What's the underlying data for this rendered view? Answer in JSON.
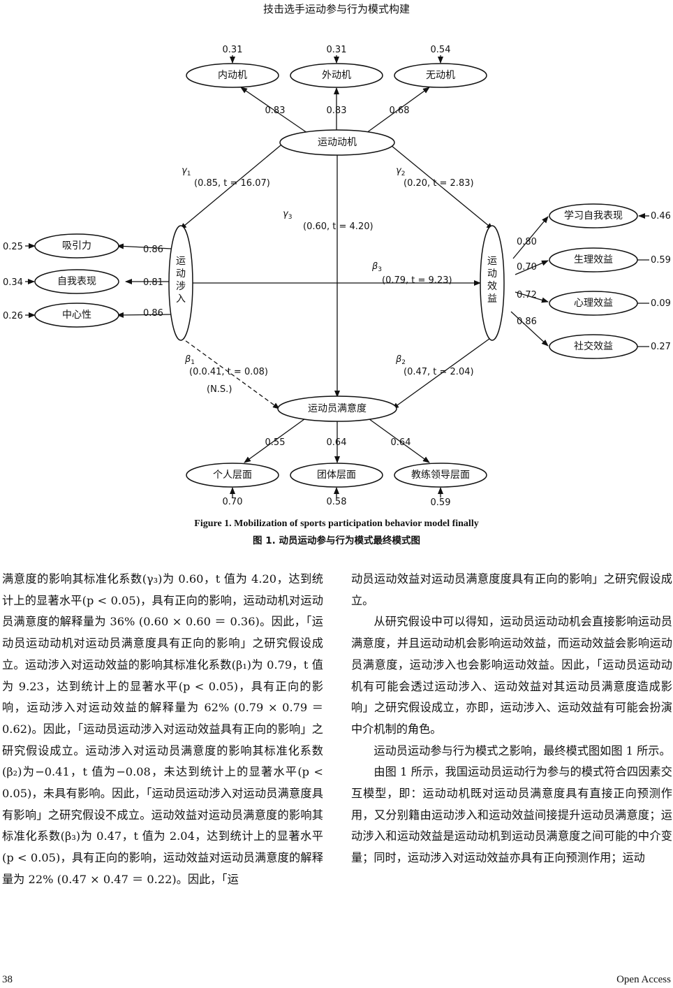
{
  "header": {
    "running_title": "技击选手运动参与行为模式构建"
  },
  "diagram": {
    "nodes": {
      "intrinsic": "内动机",
      "extrinsic": "外动机",
      "amotivation": "无动机",
      "motivation": "运动动机",
      "involvement": "运\n动\n涉\n入",
      "benefit": "运\n动\n效\n益",
      "satisfaction": "运动员满意度",
      "attraction": "吸引力",
      "self_expression": "自我表现",
      "centrality": "中心性",
      "learning": "学习自我表现",
      "physiological": "生理效益",
      "psychological": "心理效益",
      "social": "社交效益",
      "personal": "个人层面",
      "team": "团体层面",
      "coach": "教练领导层面"
    },
    "numbers": {
      "err_intrinsic": "0.31",
      "err_extrinsic": "0.31",
      "err_amotivation": "0.54",
      "load_intrinsic": "0.83",
      "load_extrinsic": "0.83",
      "load_amotivation": "0.68",
      "err_attraction": "0.25",
      "err_self_expression": "0.34",
      "err_centrality": "0.26",
      "load_attraction": "0.86",
      "load_self_expression": "0.81",
      "load_centrality": "0.86",
      "load_learning": "0.80",
      "load_physiological": "0.70",
      "load_psychological": "0.72",
      "load_social": "0.86",
      "err_learning": "0.46",
      "err_physiological": "0.59",
      "err_psychological": "0.09",
      "err_social": "0.27",
      "load_personal": "0.55",
      "load_team": "0.64",
      "load_coach": "0.64",
      "err_personal": "0.70",
      "err_team": "0.58",
      "err_coach": "0.59"
    },
    "paths": {
      "gamma1": {
        "symbol": "γ",
        "sub": "1",
        "stat": "(0.85, t = 16.07)"
      },
      "gamma2": {
        "symbol": "γ",
        "sub": "2",
        "stat": "(0.20, t = 2.83)"
      },
      "gamma3": {
        "symbol": "γ",
        "sub": "3",
        "stat": "(0.60, t = 4.20)"
      },
      "beta1": {
        "symbol": "β",
        "sub": "1",
        "stat": "(0.0.41, t = 0.08)",
        "note": "(N.S.)"
      },
      "beta2": {
        "symbol": "β",
        "sub": "2",
        "stat": "(0.47, t = 2.04)"
      },
      "beta3": {
        "symbol": "β",
        "sub": "3",
        "stat": "(0.79, t = 9.23)"
      }
    }
  },
  "caption": {
    "en": "Figure 1. Mobilization of sports participation behavior model finally",
    "zh": "图 1. 动员运动参与行为模式最终模式图"
  },
  "body": {
    "left": "满意度的影响其标准化系数(γ₃)为 0.60，t 值为 4.20，达到统计上的显著水平(p < 0.05)，具有正向的影响，运动动机对运动员满意度的解释量为 36% (0.60 × 0.60 ＝ 0.36)。因此，「运动员运动动机对运动员满意度具有正向的影响」之研究假设成立。运动涉入对运动效益的影响其标准化系数(β₁)为 0.79，t 值为 9.23，达到统计上的显著水平(p < 0.05)，具有正向的影响，运动涉入对运动效益的解释量为 62% (0.79 × 0.79 ＝ 0.62)。因此，「运动员运动涉入对运动效益具有正向的影响」之研究假设成立。运动涉入对运动员满意度的影响其标准化系数(β₂)为−0.41，t 值为−0.08，未达到统计上的显著水平(p < 0.05)，未具有影响。因此，「运动员运动涉入对运动员满意度具有影响」之研究假设不成立。运动效益对运动员满意度的影响其标准化系数(β₃)为 0.47，t 值为 2.04，达到统计上的显著水平(p < 0.05)，具有正向的影响，运动效益对运动员满意度的解释量为 22% (0.47 × 0.47 ＝ 0.22)。因此，「运",
    "right_p1": "动员运动效益对运动员满意度度具有正向的影响」之研究假设成立。",
    "right_p2": "从研究假设中可以得知，运动员运动动机会直接影响运动员满意度，并且运动动机会影响运动效益，而运动效益会影响运动员满意度，运动涉入也会影响运动效益。因此，「运动员运动动机有可能会透过运动涉入、运动效益对其运动员满意度造成影响」之研究假设成立，亦即，运动涉入、运动效益有可能会扮演中介机制的角色。",
    "right_p3": "运动员运动参与行为模式之影响，最终模式图如图 1 所示。",
    "right_p4": "由图 1 所示，我国运动员运动行为参与的模式符合四因素交互模型，即：运动动机既对运动员满意度具有直接正向预测作用，又分别籍由运动涉入和运动效益间接提升运动员满意度；运动涉入和运动效益是运动动机到运动员满意度之间可能的中介变量；同时，运动涉入对运动效益亦具有正向预测作用；运动"
  },
  "footer": {
    "page_number": "38",
    "journal": "Open Access"
  }
}
